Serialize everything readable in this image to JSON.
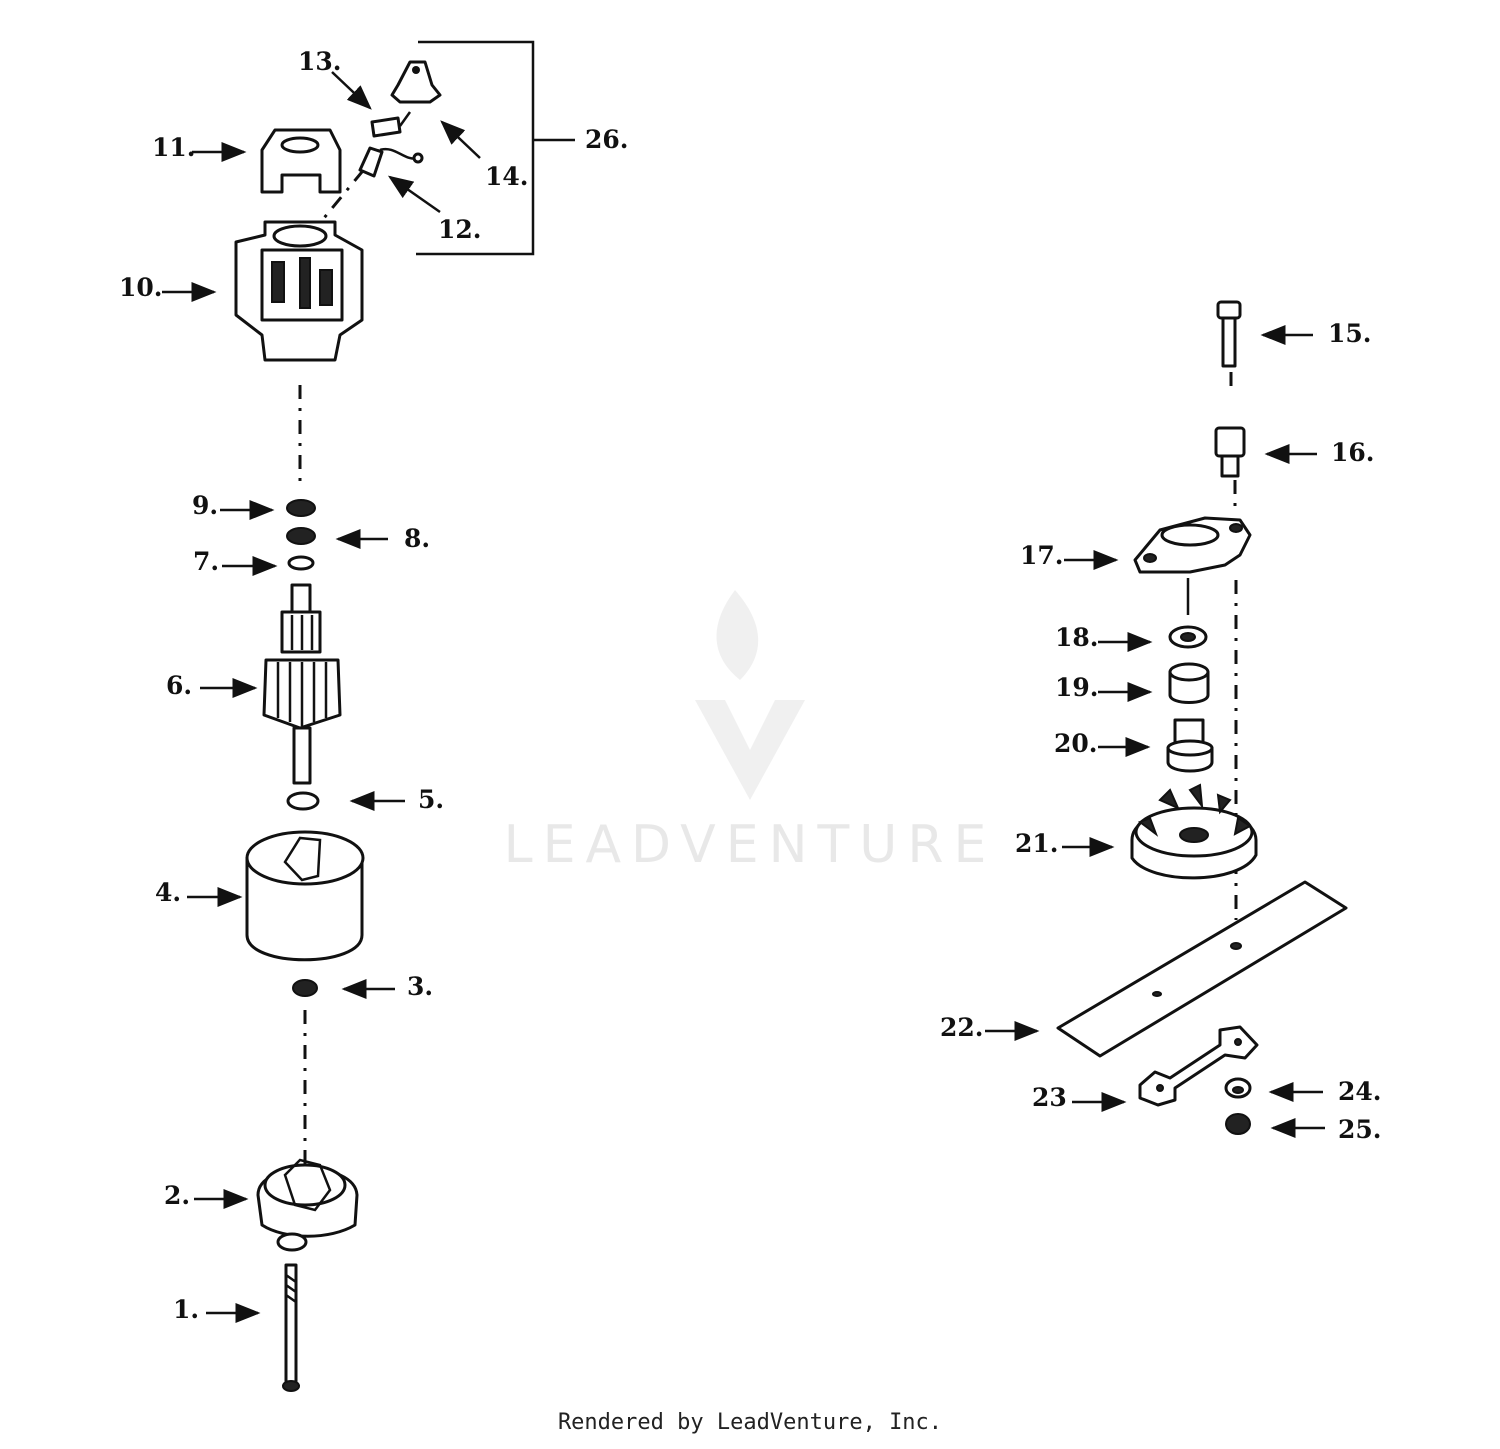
{
  "watermark": {
    "text": "LEADVENTURE"
  },
  "footer": {
    "text": "Rendered by LeadVenture, Inc."
  },
  "callouts": {
    "c1": "1.",
    "c2": "2.",
    "c3": "3.",
    "c4": "4.",
    "c5": "5.",
    "c6": "6.",
    "c7": "7.",
    "c8": "8.",
    "c9": "9.",
    "c10": "10.",
    "c11": "11.",
    "c12": "12.",
    "c13": "13.",
    "c14": "14.",
    "c15": "15.",
    "c16": "16.",
    "c17": "17.",
    "c18": "18.",
    "c19": "19.",
    "c20": "20.",
    "c21": "21.",
    "c22": "22.",
    "c23": "23",
    "c24": "24.",
    "c25": "25.",
    "c26": "26."
  }
}
